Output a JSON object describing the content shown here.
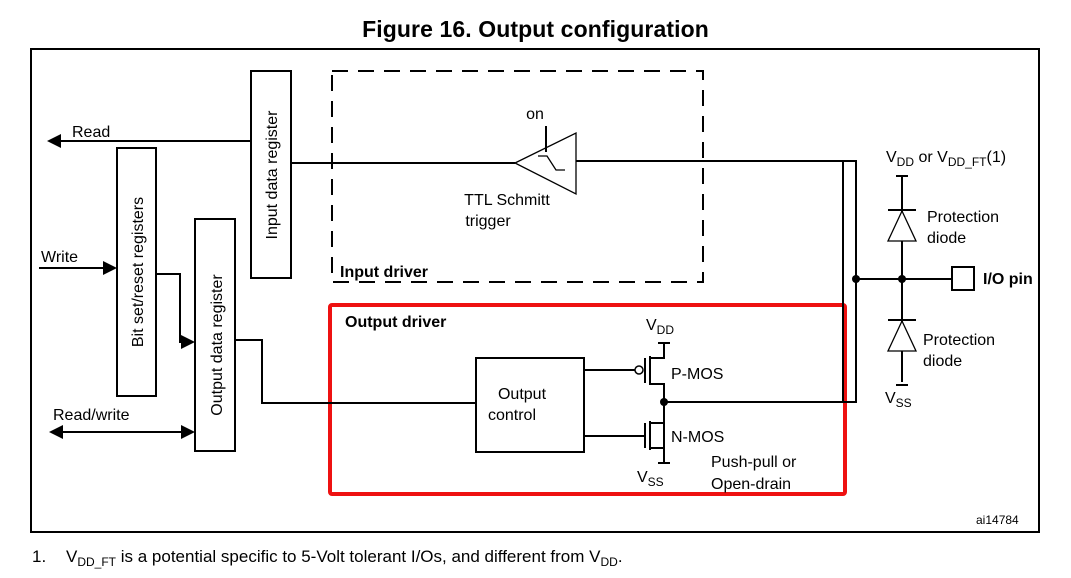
{
  "title": "Figure 16. Output configuration",
  "blocks": {
    "input_data_register": "Input data register",
    "bit_set_reset_registers": "Bit set/reset registers",
    "output_data_register": "Output data register",
    "output_control_line1": "Output",
    "output_control_line2": "control"
  },
  "signals": {
    "read": "Read",
    "write": "Write",
    "read_write": "Read/write",
    "on": "on"
  },
  "input_driver": {
    "label": "Input driver",
    "schmitt_line1": "TTL Schmitt",
    "schmitt_line2": "trigger"
  },
  "output_driver": {
    "label": "Output driver",
    "highlight_color": "#ee1111",
    "pmos": "P-MOS",
    "nmos": "N-MOS",
    "mode_line1": "Push-pull or",
    "mode_line2": "Open-drain"
  },
  "supply": {
    "v": "V",
    "dd": "DD",
    "ss": "SS",
    "dd_ft": "DD_FT",
    "or": " or ",
    "footnote_ref": "(1)"
  },
  "protection": {
    "upper_line1": "Protection",
    "upper_line2": "diode",
    "lower_line1": "Protection",
    "lower_line2": "diode"
  },
  "io_pin": "I/O pin",
  "figure_id": "ai14784",
  "footnote": {
    "number": "1.",
    "text_before": " is a potential specific to 5-Volt tolerant I/Os, and different from ",
    "text_end": "."
  }
}
